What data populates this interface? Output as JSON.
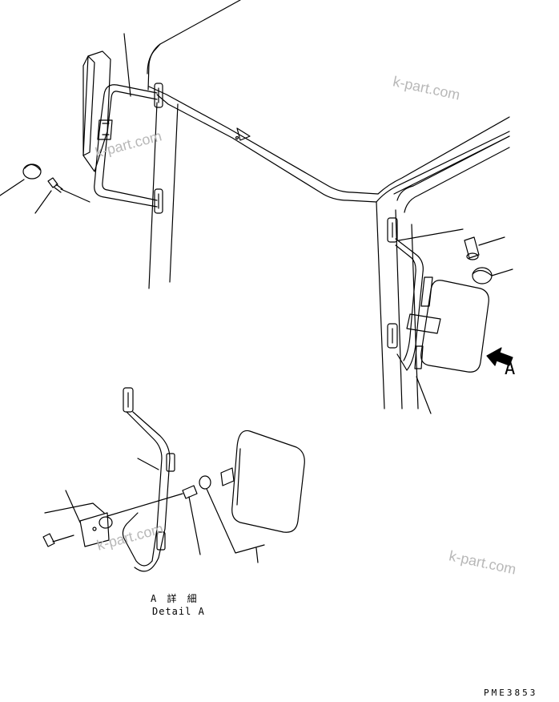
{
  "diagram": {
    "callouts": {
      "view_arrow_letter": "A",
      "detail_label_jp": "A 詳 細",
      "detail_label_en": "Detail A"
    },
    "drawing_number": "PME3853",
    "watermarks": [
      "k-part.com",
      "k-part.com",
      "k-part.com",
      "k-part.com"
    ],
    "colors": {
      "line": "#000000",
      "background": "#ffffff",
      "watermark": "#b8b8b8"
    }
  }
}
